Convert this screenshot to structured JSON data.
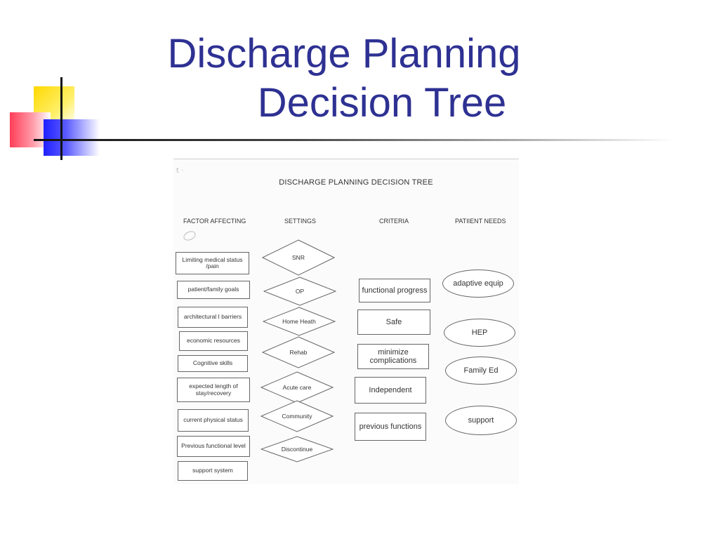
{
  "slide": {
    "title_line1": "Discharge Planning",
    "title_line2": "Decision Tree"
  },
  "diagram": {
    "scan_mark": "t ·",
    "title": "DISCHARGE PLANNING DECISION TREE",
    "columns": {
      "factor": "FACTOR AFFECTING",
      "settings": "SETTINGS",
      "criteria": "CRITERIA",
      "needs": "PATIIENT NEEDS"
    },
    "factors": [
      "Limiting medical status /pain",
      "patient/family goals",
      "architectural I barriers",
      "economic resources",
      "Cognitive skills",
      "expected length of stay/recovery",
      "current physical status",
      "Previous functional level",
      "support system"
    ],
    "settings": [
      "SNR",
      "OP",
      "Home Heath",
      "Rehab",
      "Acute care",
      "Community",
      "Discontinue"
    ],
    "criteria": [
      "functional progress",
      "Safe",
      "minimize complications",
      "Independent",
      "previous functions"
    ],
    "needs": [
      "adaptive equip",
      "HEP",
      "Family Ed",
      "support"
    ]
  }
}
